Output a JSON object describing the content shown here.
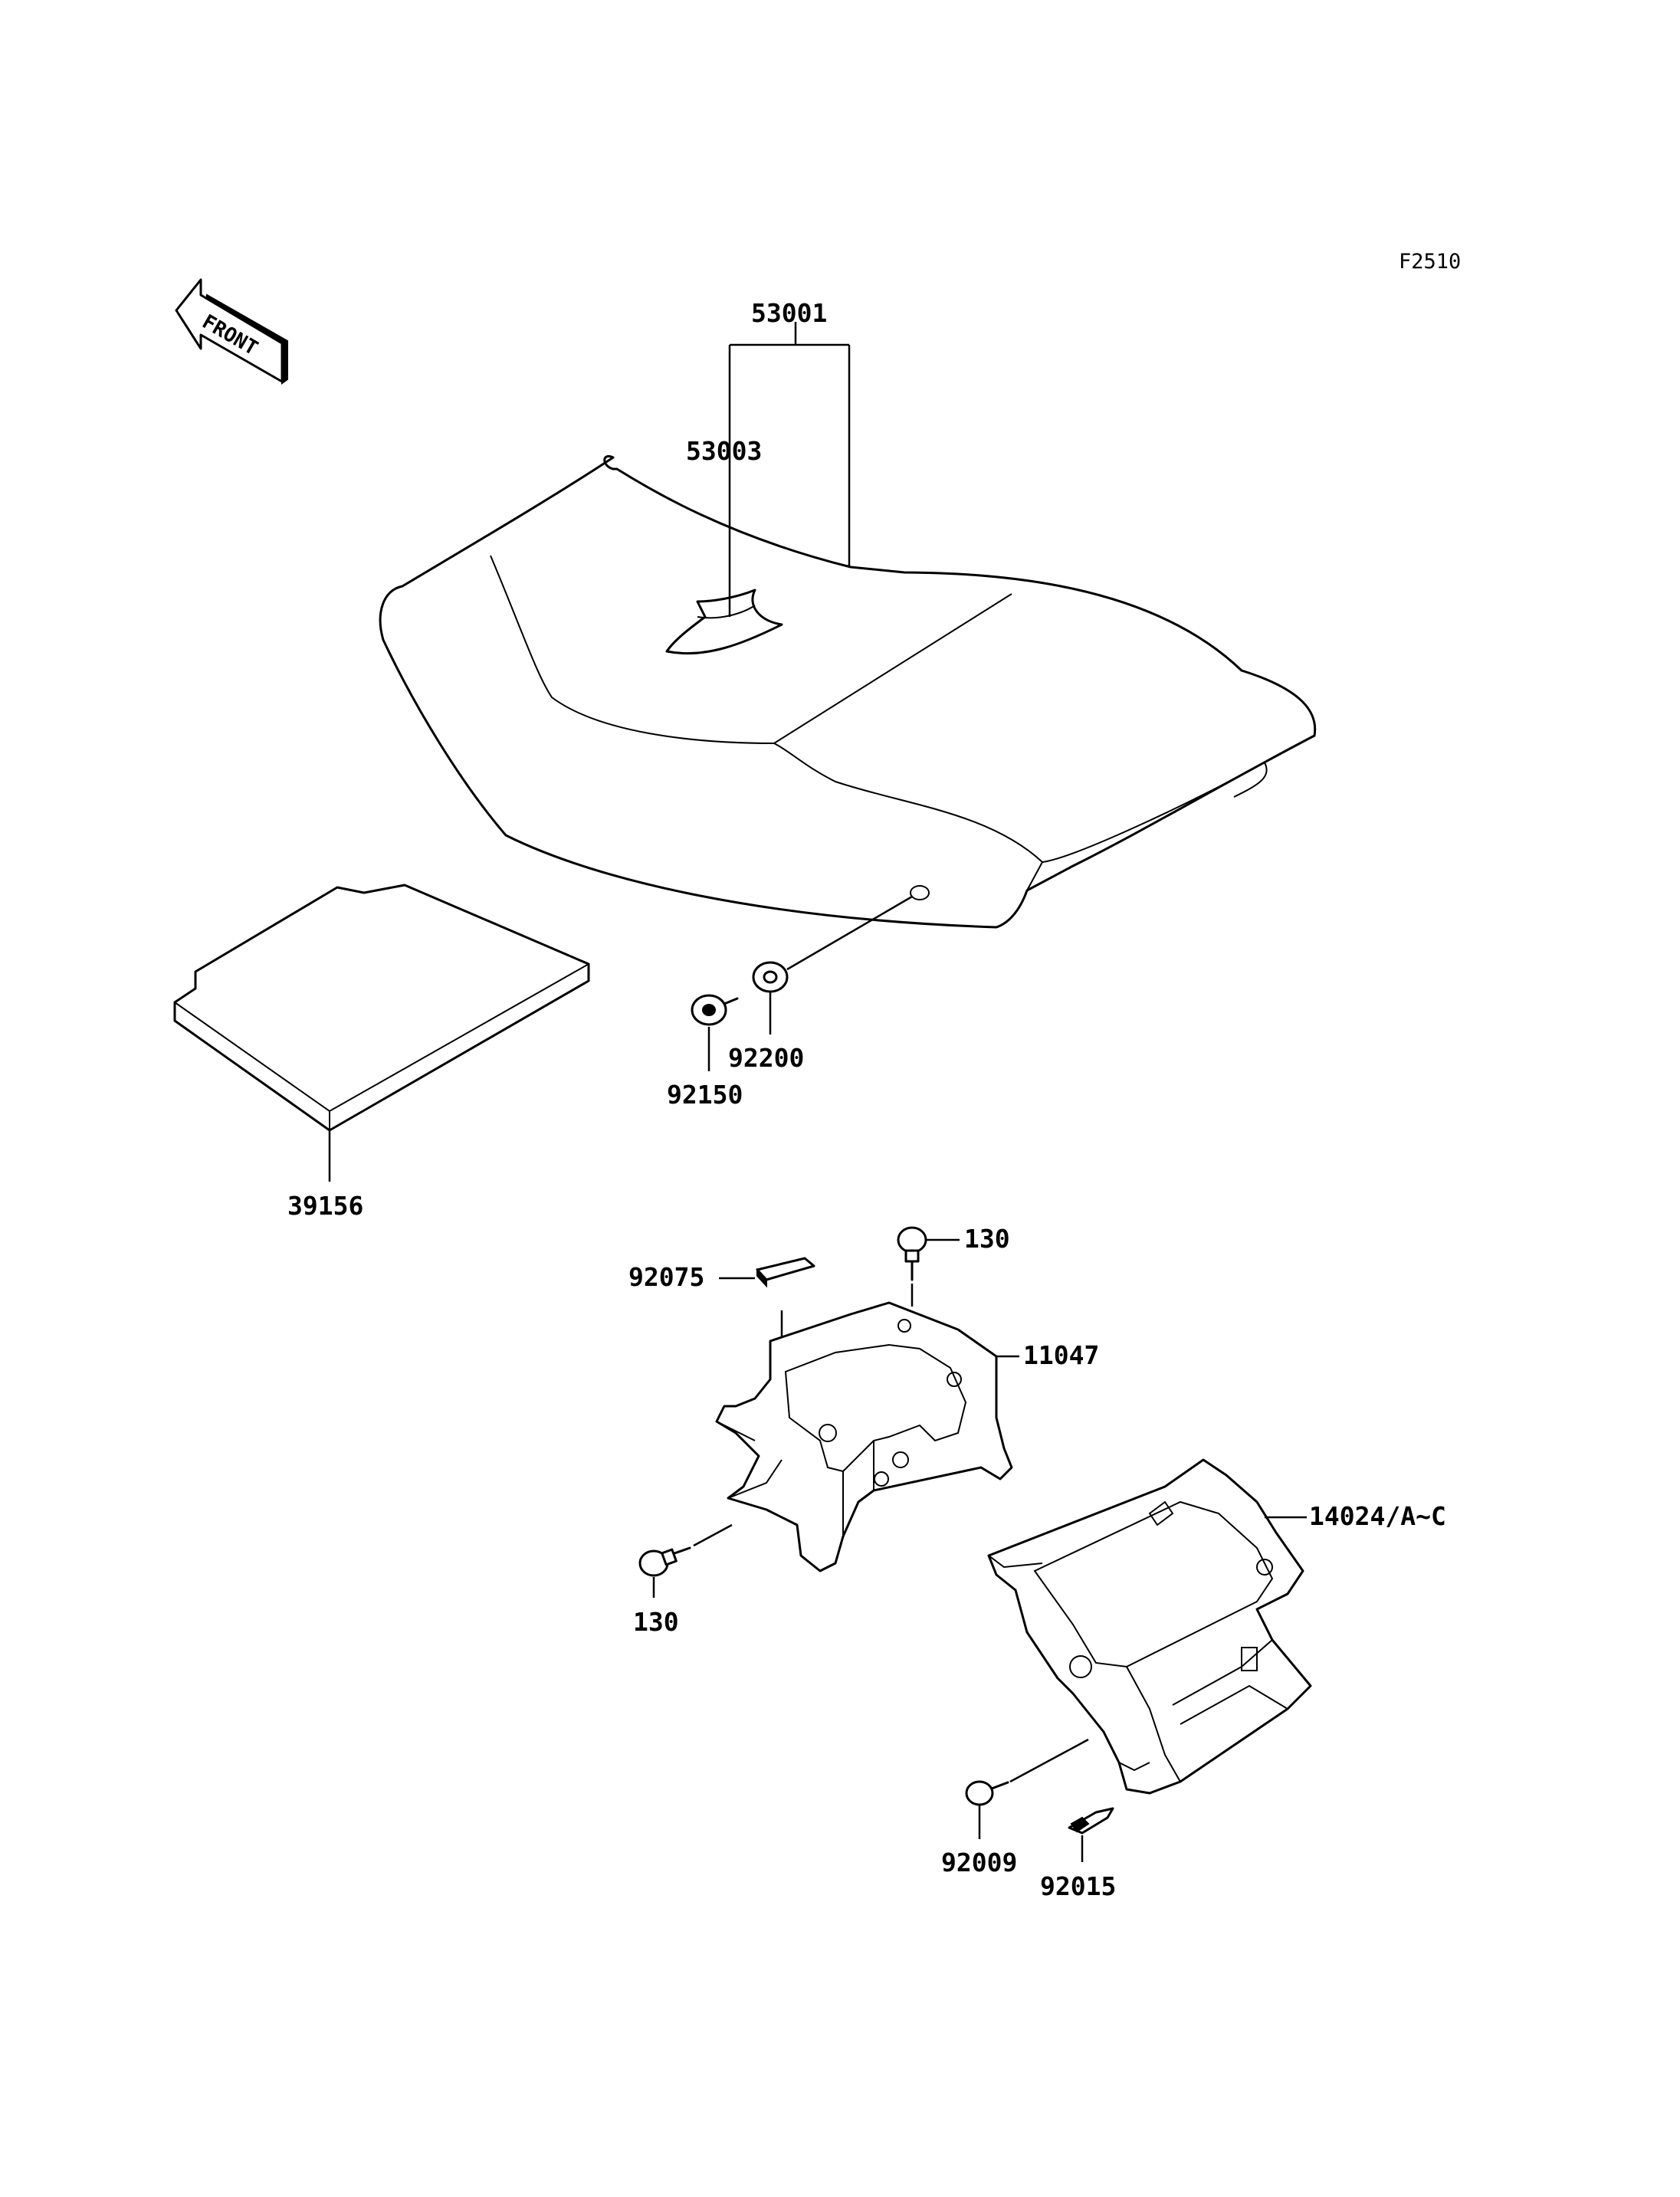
{
  "figure_code": "F2510",
  "front_label": "FRONT",
  "parts": {
    "p53001": "53001",
    "p53003": "53003",
    "p92150": "92150",
    "p92200": "92200",
    "p39156": "39156",
    "p130_top": "130",
    "p92075": "92075",
    "p11047": "11047",
    "p14024": "14024/A~C",
    "p130_bottom": "130",
    "p92009": "92009",
    "p92015": "92015"
  }
}
